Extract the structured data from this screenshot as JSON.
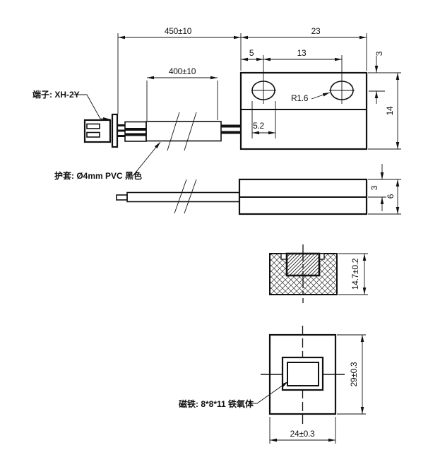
{
  "drawing": {
    "background": "#ffffff",
    "line_color": "#111111",
    "labels": {
      "terminal": "端子: XH-2Y",
      "sheath": "护套: Ø4mm PVC 黑色",
      "magnet": "磁铁: 8*8*11 铁氧体",
      "radius_callout": "R1.6"
    },
    "dimensions": {
      "cable_total": "450±10",
      "cable_free": "400±10",
      "body_width": "23",
      "hole_left_offset": "5",
      "hole_spacing": "13",
      "hole_top_offset": "3",
      "body_height": "14",
      "slot_width": "5.2",
      "side_top_thickness": "3",
      "side_height": "6",
      "section_height": "14.7±0.2",
      "bottom_view_height": "29±0.3",
      "bottom_view_width": "24±0.3"
    }
  }
}
